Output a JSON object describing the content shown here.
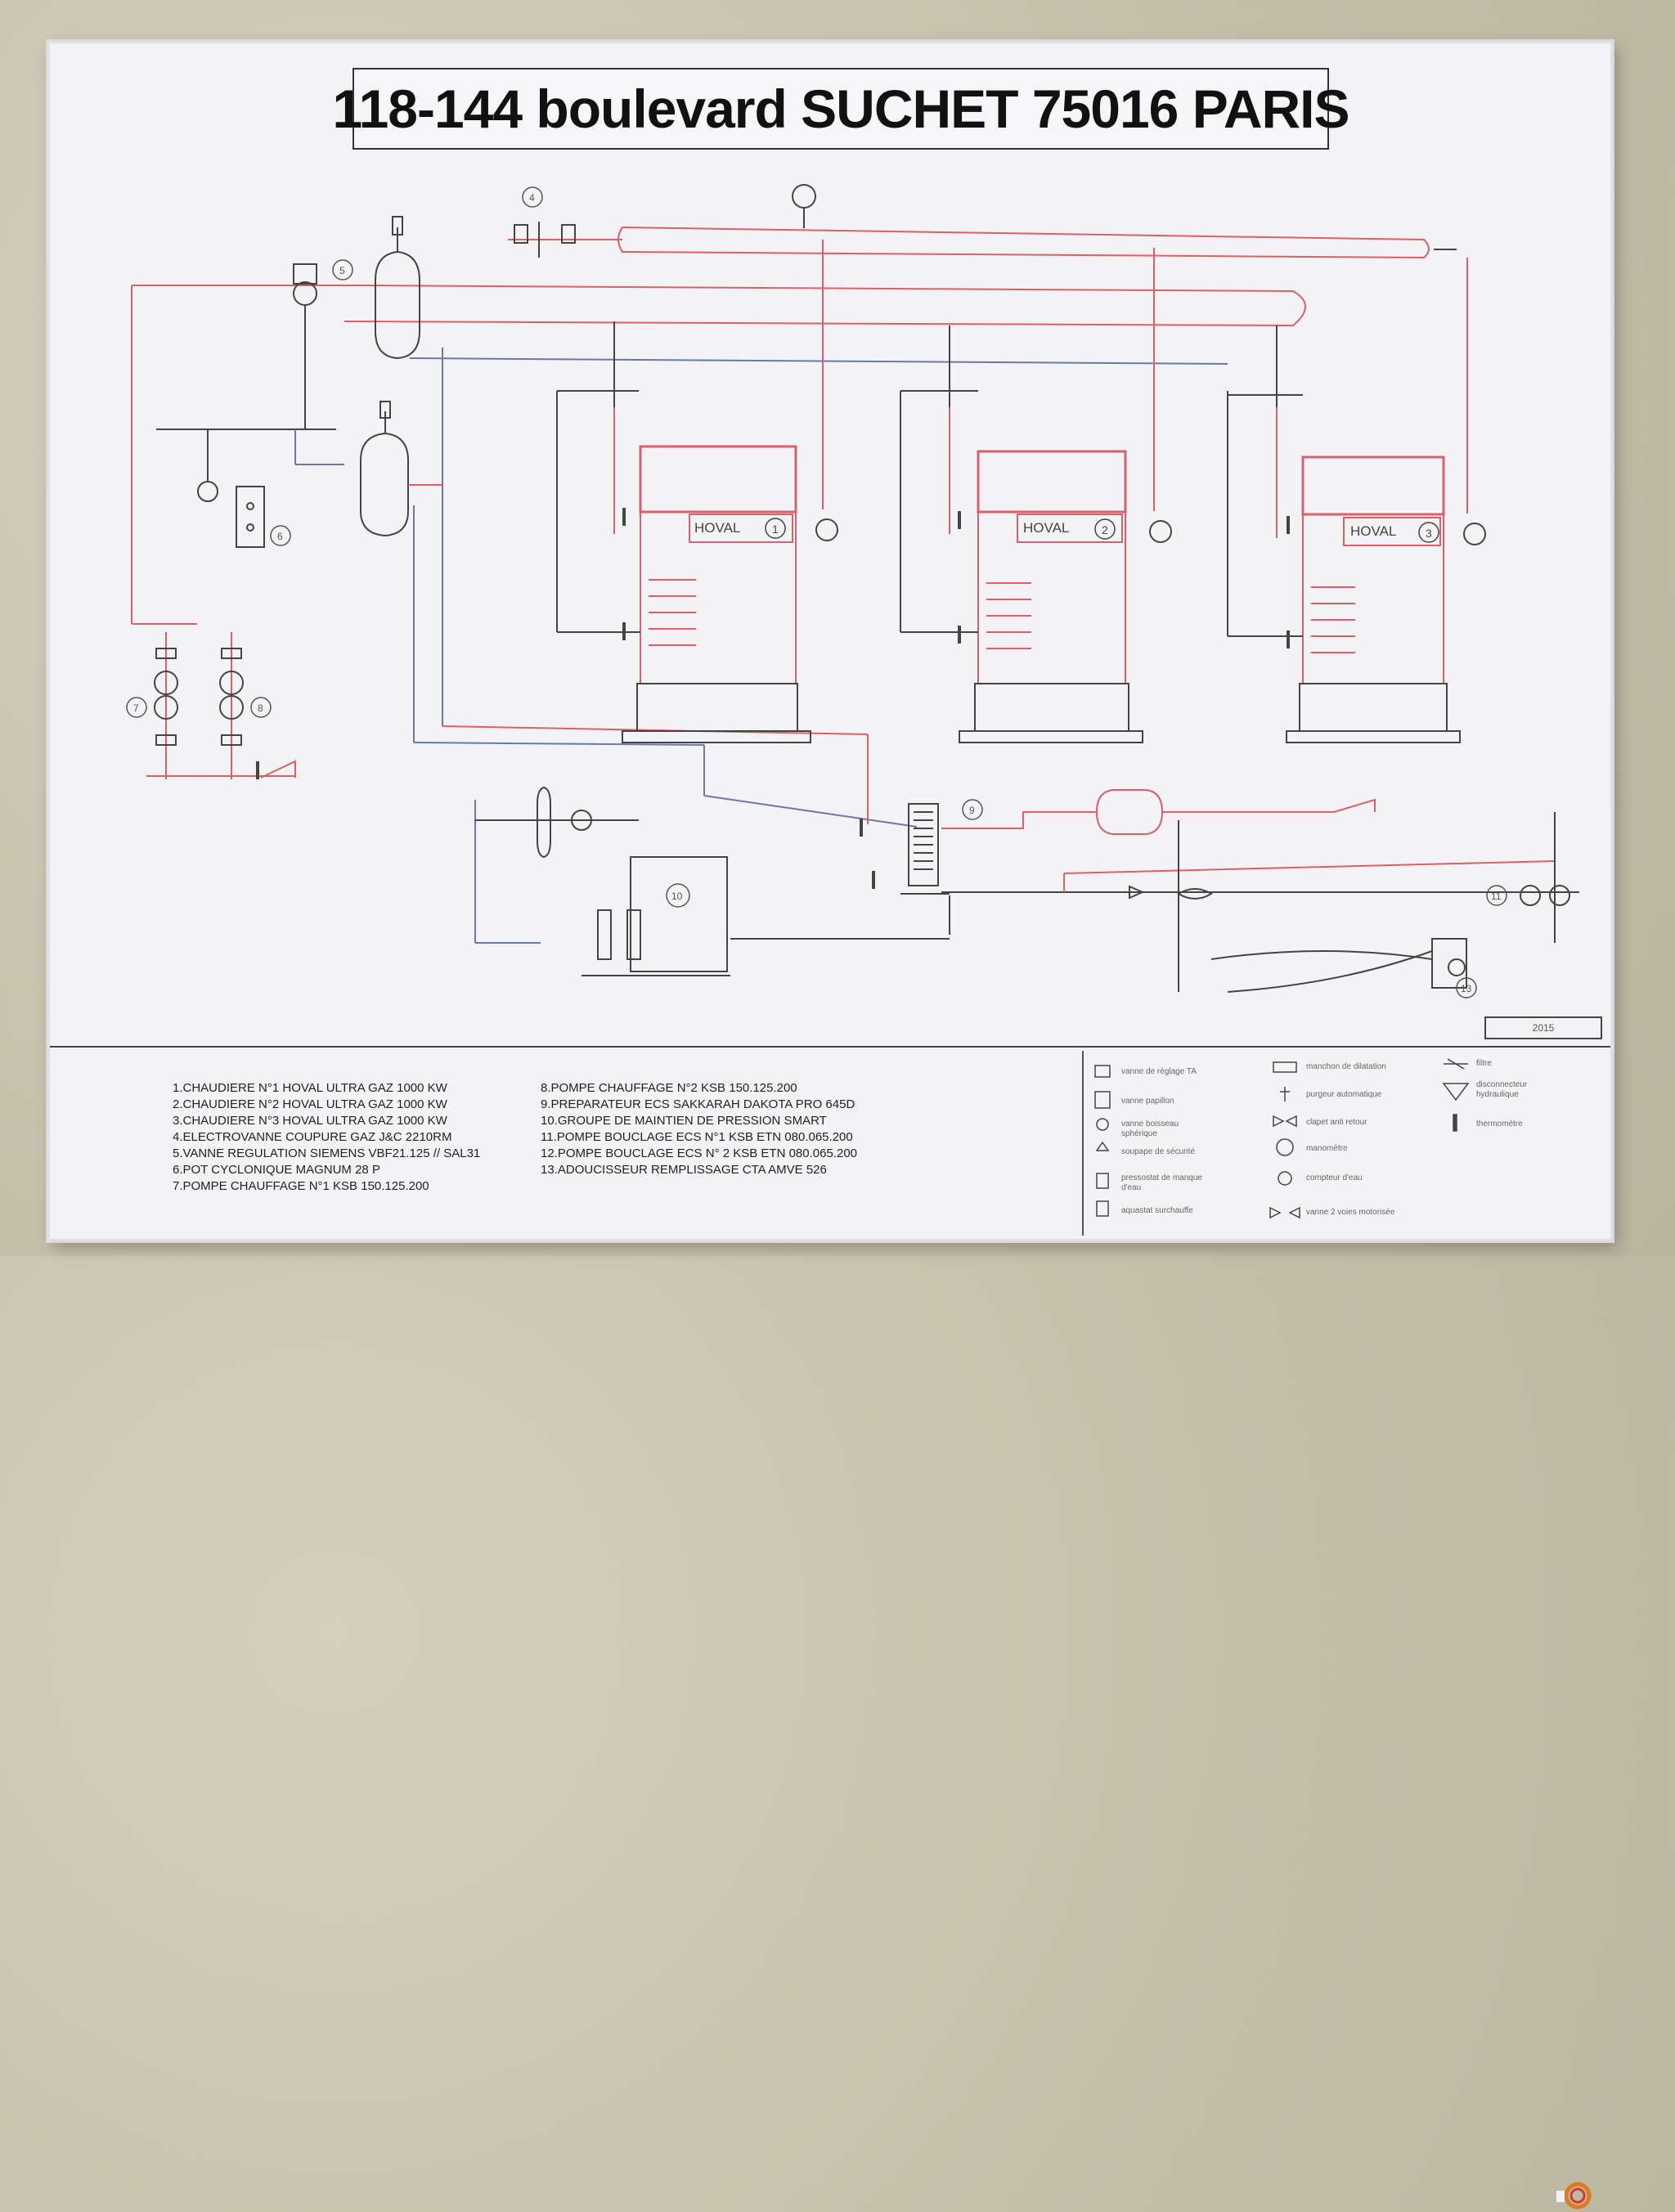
{
  "title": "118-144 boulevard SUCHET  75016 PARIS",
  "boilers": [
    {
      "brand": "HOVAL",
      "number": "1"
    },
    {
      "brand": "HOVAL",
      "number": "2"
    },
    {
      "brand": "HOVAL",
      "number": "3"
    }
  ],
  "callouts": [
    "4",
    "5",
    "6",
    "7",
    "8",
    "9",
    "10",
    "11",
    "13"
  ],
  "year": "2015",
  "items_left": [
    "1.CHAUDIERE N°1 HOVAL ULTRA GAZ 1000 KW",
    "2.CHAUDIERE N°2 HOVAL ULTRA GAZ 1000 KW",
    "3.CHAUDIERE N°3 HOVAL ULTRA GAZ 1000 KW",
    "4.ELECTROVANNE COUPURE GAZ J&C 2210RM",
    "5.VANNE REGULATION SIEMENS VBF21.125 // SAL31",
    "6.POT CYCLONIQUE MAGNUM 28 P",
    "7.POMPE CHAUFFAGE N°1 KSB 150.125.200"
  ],
  "items_right": [
    "8.POMPE CHAUFFAGE N°2 KSB 150.125.200",
    "9.PREPARATEUR ECS SAKKARAH DAKOTA PRO 645D",
    "10.GROUPE DE MAINTIEN DE PRESSION SMART",
    "11.POMPE BOUCLAGE ECS N°1 KSB ETN 080.065.200",
    "12.POMPE BOUCLAGE ECS N° 2 KSB ETN 080.065.200",
    "13.ADOUCISSEUR REMPLISSAGE CTA AMVE 526"
  ],
  "symbols": [
    {
      "key": "vanne-reglage",
      "label": "vanne de réglage TA"
    },
    {
      "key": "vanne-papillon",
      "label": "vanne papillon"
    },
    {
      "key": "vanne-boisseau",
      "label": "vanne boisseau sphérique"
    },
    {
      "key": "soupape",
      "label": "soupape de sécurité"
    },
    {
      "key": "pressostat",
      "label": "pressostat de manque d'eau"
    },
    {
      "key": "aquastat",
      "label": "aquastat surchauffe"
    },
    {
      "key": "manchon",
      "label": "manchon de dilatation"
    },
    {
      "key": "purgeur",
      "label": "purgeur automatique"
    },
    {
      "key": "clapet",
      "label": "clapet anti retour"
    },
    {
      "key": "manometre",
      "label": "manomètre"
    },
    {
      "key": "compteur",
      "label": "compteur d'eau"
    },
    {
      "key": "vanne-2-voies",
      "label": "vanne 2 voies motorisée"
    },
    {
      "key": "filtre",
      "label": "filtre"
    },
    {
      "key": "disconnecteur",
      "label": "disconnecteur hydraulique"
    },
    {
      "key": "thermometre",
      "label": "thermomètre"
    }
  ],
  "colors": {
    "hot": "#d9606a",
    "cold": "#6a78a8",
    "line": "#444444",
    "board": "#f3f3f5"
  }
}
